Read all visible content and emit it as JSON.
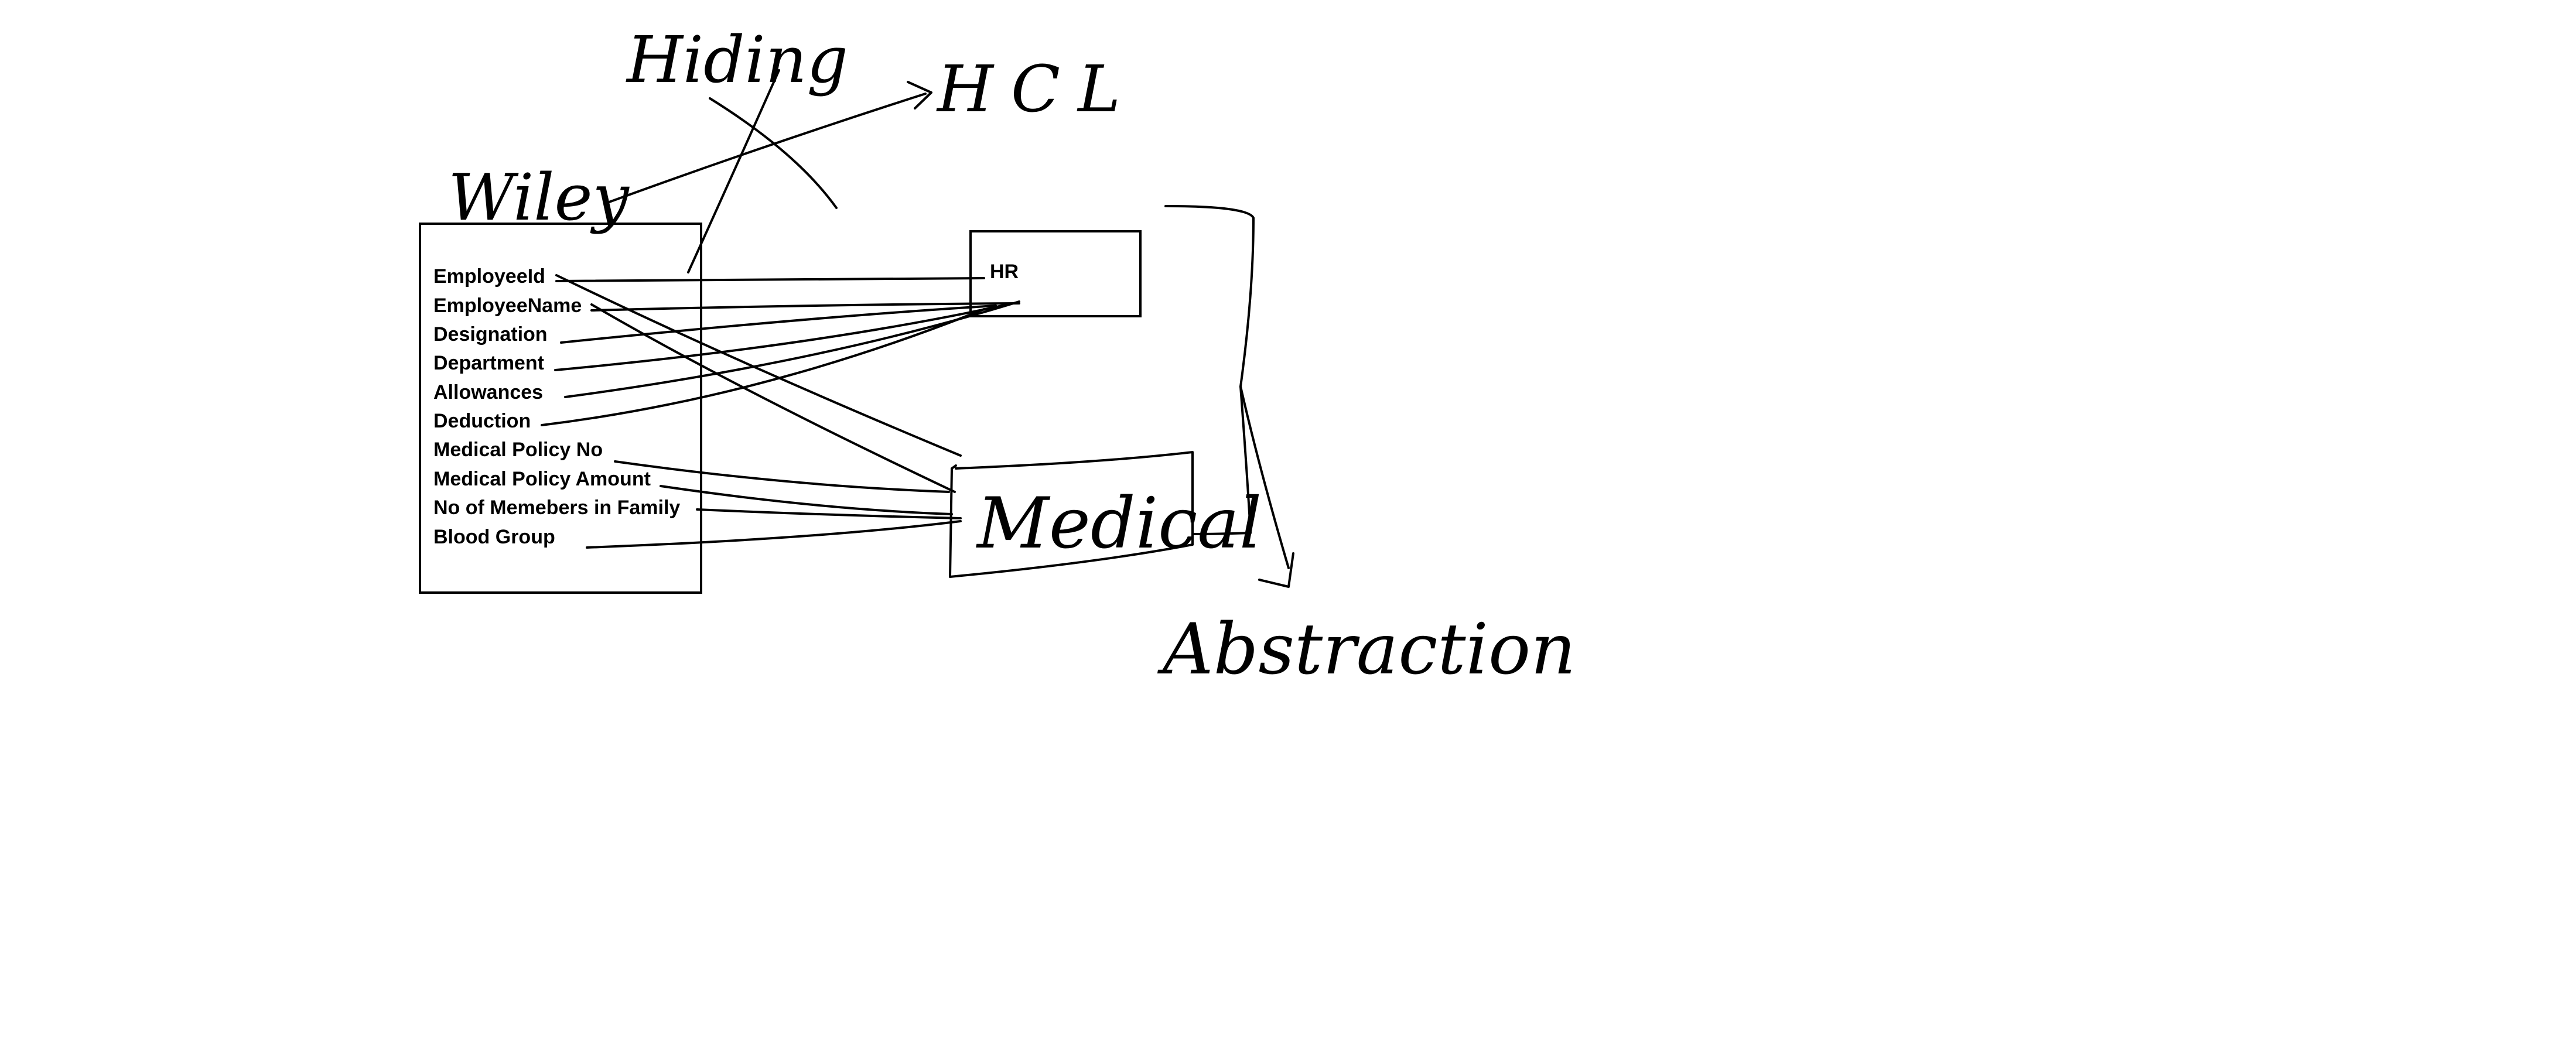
{
  "employee_box": {
    "fields": [
      "EmployeeId",
      "EmployeeName",
      "Designation",
      "Department",
      "Allowances",
      "Deduction",
      "Medical Policy No",
      "Medical Policy Amount",
      "No of Memebers in Family",
      "Blood Group"
    ]
  },
  "hr_box": {
    "label": "HR"
  },
  "handwritten": {
    "hiding": "Hiding",
    "hcl": "HCL",
    "wiley": "Wiley",
    "medical": "Medical",
    "abstraction": "Abstraction"
  },
  "colors": {
    "ink": "#000000",
    "background": "#ffffff"
  }
}
